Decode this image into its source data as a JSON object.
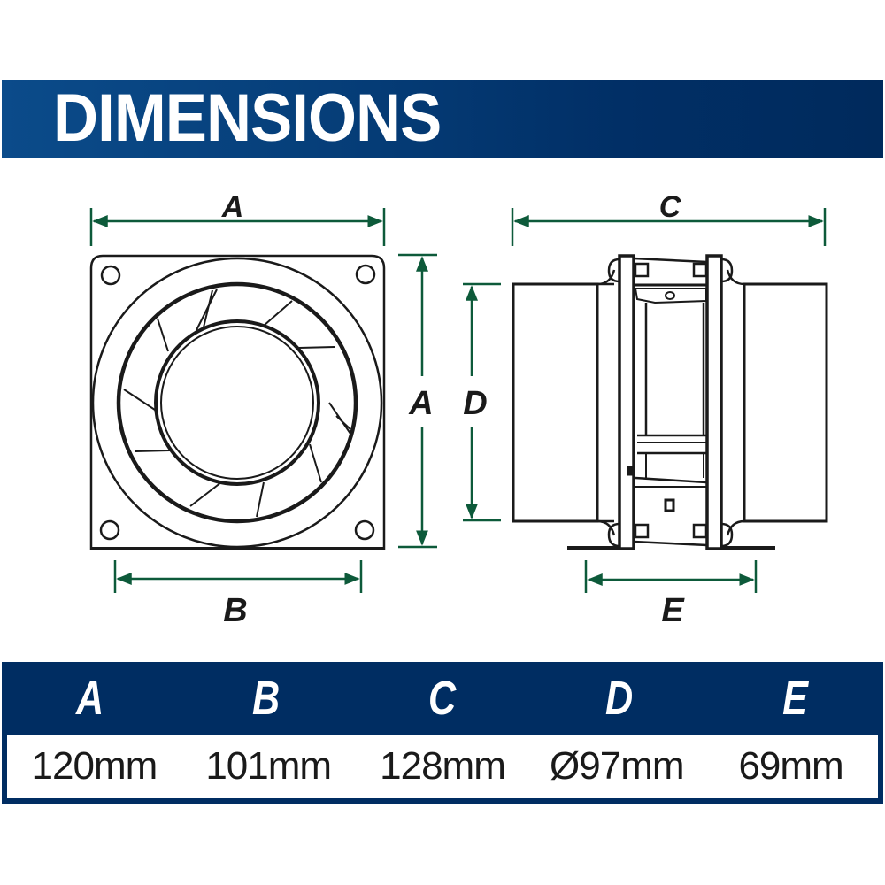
{
  "banner": {
    "title": "DIMENSIONS"
  },
  "colors": {
    "banner_left": "#0b4b8a",
    "banner_right": "#002a5c",
    "table_header": "#002d62",
    "dimension_line": "#0d5a3a",
    "drawing_line": "#1a1a1a"
  },
  "drawing": {
    "front_view": {
      "labels": {
        "top": "A",
        "right": "A",
        "bottom": "B"
      }
    },
    "side_view": {
      "labels": {
        "top": "C",
        "left": "D",
        "bottom": "E"
      }
    }
  },
  "table": {
    "headers": [
      "A",
      "B",
      "C",
      "D",
      "E"
    ],
    "values": [
      "120mm",
      "101mm",
      "128mm",
      "Ø97mm",
      "69mm"
    ]
  }
}
